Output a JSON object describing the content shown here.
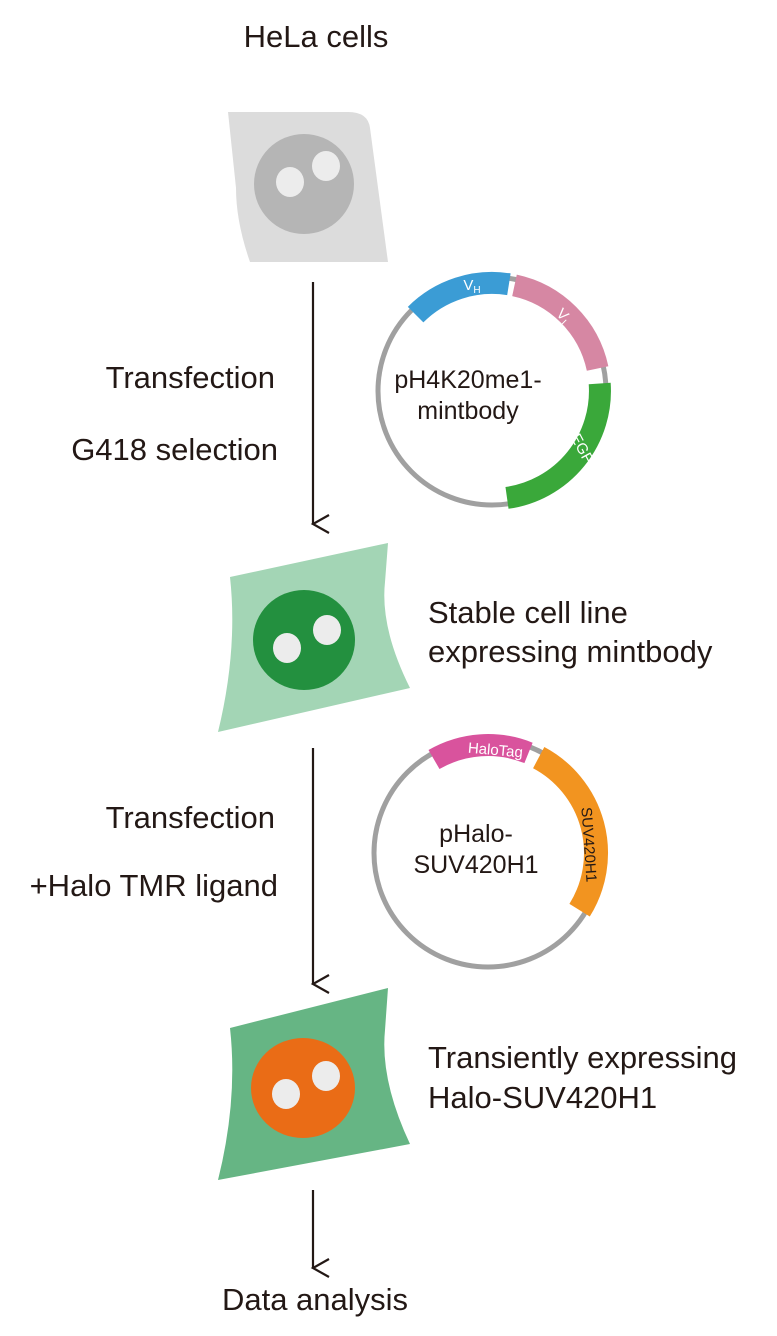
{
  "steps": {
    "start_label": "HeLa cells",
    "step1_transfection": "Transfection",
    "step1_selection": "G418 selection",
    "stable_line_line1": "Stable cell line",
    "stable_line_line2": "expressing mintbody",
    "step2_transfection": "Transfection",
    "step2_ligand": "+Halo TMR ligand",
    "transient_line1": "Transiently expressing",
    "transient_line2": "Halo-SUV420H1",
    "end_label": "Data analysis"
  },
  "plasmid1": {
    "name_line1": "pH4K20me1-",
    "name_line2": "mintbody",
    "vh_letter": "V",
    "vh_sub": "H",
    "vl_letter": "V",
    "vl_sub": "L",
    "egfp": "EGFP"
  },
  "plasmid2": {
    "name_line1": "pHalo-",
    "name_line2": "SUV420H1",
    "halotag": "HaloTag",
    "suv": "SUV420H1"
  },
  "colors": {
    "cell1_body": "#dcdcdc",
    "cell1_nucleus": "#b5b5b5",
    "cell2_body": "#a3d5b5",
    "cell2_nucleus": "#23903f",
    "cell3_body": "#66b584",
    "cell3_nucleus": "#ea6c16",
    "nucleolus": "#ececec",
    "arrow": "#231815",
    "backbone": "#a0a0a0",
    "vh": "#3b9cd5",
    "vl": "#d687a3",
    "egfp": "#3aa83a",
    "halotag": "#d9539d",
    "suv": "#f29420"
  }
}
